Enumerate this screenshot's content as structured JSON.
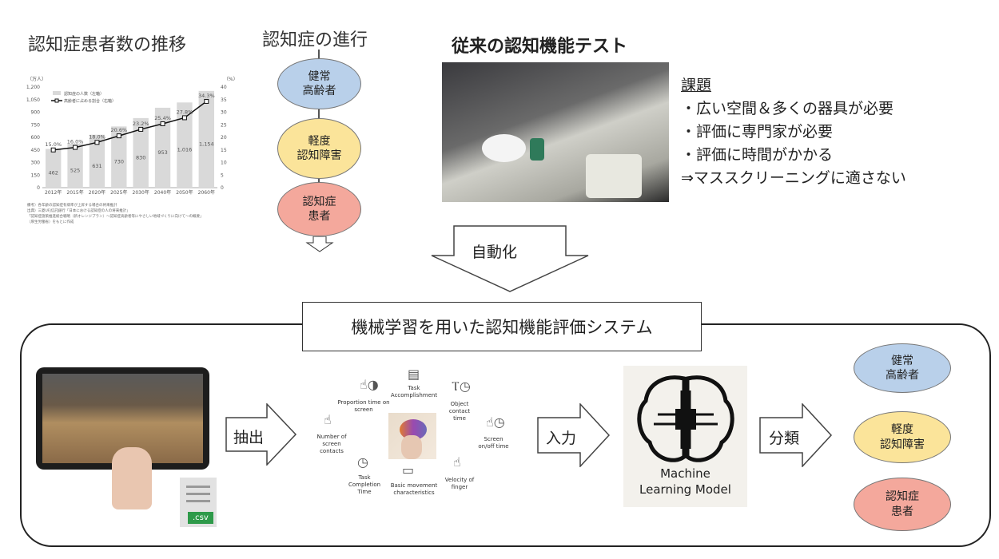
{
  "left": {
    "title": "認知症患者数の推移"
  },
  "chart_data": {
    "type": "bar",
    "categories": [
      "2012年",
      "2015年",
      "2020年",
      "2025年",
      "2030年",
      "2040年",
      "2050年",
      "2060年"
    ],
    "series": [
      {
        "name": "認知症の人数（左軸）",
        "values": [
          462,
          525,
          631,
          730,
          830,
          953,
          1016,
          1154
        ],
        "axis": "left"
      },
      {
        "name": "高齢者に占める割合（右軸）",
        "values": [
          15.0,
          16.0,
          18.0,
          20.6,
          23.2,
          25.4,
          27.8,
          34.3
        ],
        "axis": "right",
        "type": "line"
      }
    ],
    "ylabel_left": "（万人）",
    "ylabel_right": "（%）",
    "ylim_left": [
      0,
      1200
    ],
    "ylim_right": [
      0,
      40
    ],
    "yticks_left": [
      "0",
      "150",
      "300",
      "450",
      "600",
      "750",
      "900",
      "1,050",
      "1,200"
    ],
    "yticks_right": [
      "0",
      "5",
      "10",
      "15",
      "20",
      "25",
      "30",
      "35",
      "40"
    ],
    "legend": "top-left",
    "notes": [
      "備考）各年齢の認知症有病率が上昇する場合の将来推計",
      "出典）三菱UFJ信託銀行「日本における認知症の人の将来推計」",
      "「認知症施策推進総合戦略（新オレンジプラン）～認知症高齢者等にやさしい地域づくりに向けて～の概要」",
      "（厚生労働省）をもとに作成"
    ]
  },
  "progress": {
    "title": "認知症の進行",
    "stages": [
      "健常\n高齢者",
      "軽度\n認知障害",
      "認知症\n患者"
    ]
  },
  "conventional": {
    "title": "従来の認知機能テスト",
    "issues_title": "課題",
    "issues": [
      "・広い空間＆多くの器具が必要",
      "・評価に専門家が必要",
      "・評価に時間がかかる",
      "⇒マススクリーニングに適さない"
    ]
  },
  "auto_label": "自動化",
  "system": {
    "title": "機械学習を用いた認知機能評価システム",
    "extract": "抽出",
    "input": "入力",
    "classify": "分類",
    "csv": ".csv",
    "features": [
      "Proportion time on screen",
      "Task Accomplishment",
      "Object contact time",
      "Screen on/off time",
      "Velocity of finger",
      "Basic movement characteristics",
      "Task Completion Time",
      "Number of screen contacts"
    ],
    "model": [
      "Machine",
      "Learning Model"
    ],
    "classes": [
      "健常\n高齢者",
      "軽度\n認知障害",
      "認知症\n患者"
    ]
  }
}
